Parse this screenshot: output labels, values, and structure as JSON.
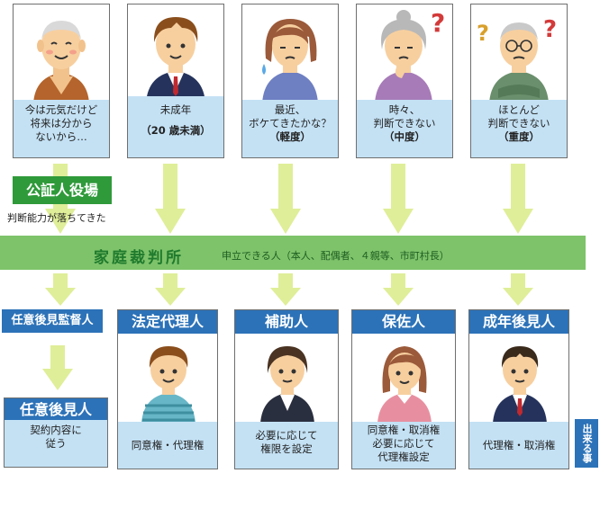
{
  "people": [
    {
      "line1": "今は元気だけど",
      "line2": "将来は分から",
      "line3": "ないから…"
    },
    {
      "line1": "未成年",
      "line2": "",
      "line3": "（20 歳未満）"
    },
    {
      "line1": "最近、",
      "line2": "ボケてきたかな？",
      "line3": "（軽度）"
    },
    {
      "line1": "時々、",
      "line2": "判断できない",
      "line3": "（中度）"
    },
    {
      "line1": "ほとんど",
      "line2": "判断できない",
      "line3": "（重度）"
    }
  ],
  "notary": {
    "title": "公証人役場",
    "sub": "判断能力が落ちてきた"
  },
  "court": {
    "title": "家庭裁判所",
    "sub": "申立できる人（本人、配偶者、４親等、市町村長）"
  },
  "supervisor": {
    "label": "任意後見監督人"
  },
  "voluntary": {
    "title": "任意後見人",
    "line1": "契約内容に",
    "line2": "従う"
  },
  "roles": [
    {
      "title": "法定代理人",
      "line1": "同意権・代理権",
      "line2": ""
    },
    {
      "title": "補助人",
      "line1": "必要に応じて",
      "line2": "権限を設定"
    },
    {
      "title": "保佐人",
      "line1": "同意権・取消権",
      "line2": "必要に応じて",
      "line3": "代理権設定"
    },
    {
      "title": "成年後見人",
      "line1": "代理権・取消権",
      "line2": ""
    }
  ],
  "side_label": "出来る事",
  "colors": {
    "green_bar": "#7ec36a",
    "green_box": "#2f9a3a",
    "blue": "#2c72b8",
    "light_blue": "#c4e1f4",
    "arrow": "#dfee98"
  }
}
